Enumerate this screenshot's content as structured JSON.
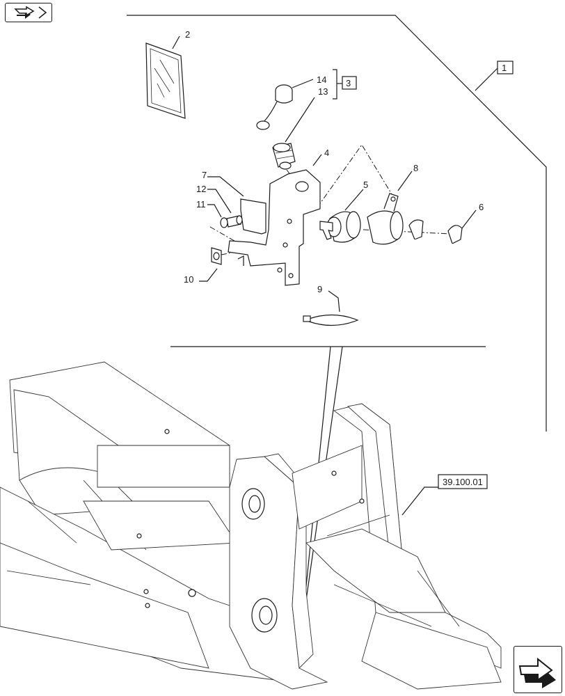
{
  "callouts": {
    "c1": "1",
    "c2": "2",
    "c3": "3",
    "c4": "4",
    "c5": "5",
    "c6": "6",
    "c7": "7",
    "c8": "8",
    "c9": "9",
    "c10": "10",
    "c11": "11",
    "c12": "12",
    "c13": "13",
    "c14": "14"
  },
  "reference": "39.100.01",
  "icons": {
    "prev": "page-back-icon",
    "next": "page-forward-icon"
  }
}
